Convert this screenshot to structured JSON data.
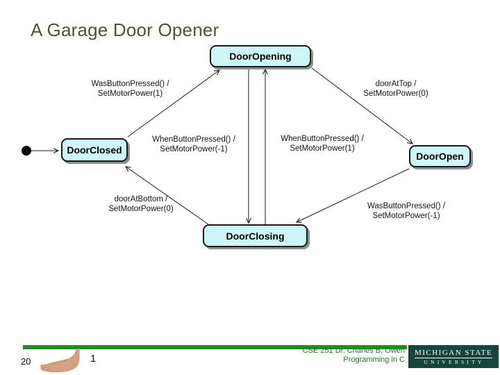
{
  "slide": {
    "title": "A Garage Door Opener",
    "page_number": "20",
    "sequence_number": "1"
  },
  "footer": {
    "course_line1": "CSE 251 Dr. Charles B. Owen",
    "course_line2": "Programming in C",
    "logo_line1": "MICHIGAN STATE",
    "logo_line2": "UNIVERSITY"
  },
  "diagram": {
    "type": "uml-state-machine",
    "states": {
      "door_opening": {
        "label": "DoorOpening"
      },
      "door_closed": {
        "label": "DoorClosed"
      },
      "door_open": {
        "label": "DoorOpen"
      },
      "door_closing": {
        "label": "DoorClosing"
      }
    },
    "transitions": [
      {
        "from": "initial",
        "to": "DoorClosed",
        "label": ""
      },
      {
        "from": "DoorClosed",
        "to": "DoorOpening",
        "label": "WasButtonPressed() / SetMotorPower(1)"
      },
      {
        "from": "DoorOpening",
        "to": "DoorOpen",
        "label": "doorAtTop / SetMotorPower(0)"
      },
      {
        "from": "DoorOpening",
        "to": "DoorClosing",
        "label": "WhenButtonPressed() / SetMotorPower(-1)"
      },
      {
        "from": "DoorClosing",
        "to": "DoorOpening",
        "label": "WhenButtonPressed() / SetMotorPower(1)"
      },
      {
        "from": "DoorOpen",
        "to": "DoorClosing",
        "label": "WasButtonPressed() / SetMotorPower(-1)"
      },
      {
        "from": "DoorClosing",
        "to": "DoorClosed",
        "label": "doorAtBottom / SetMotorPower(0)"
      }
    ],
    "labels": {
      "closed_to_opening": {
        "line1": "WasButtonPressed() /",
        "line2": "SetMotorPower(1)"
      },
      "opening_to_open": {
        "line1": "doorAtTop /",
        "line2": "SetMotorPower(0)"
      },
      "opening_to_closing": {
        "line1": "WhenButtonPressed() /",
        "line2": "SetMotorPower(-1)"
      },
      "closing_to_opening": {
        "line1": "WhenButtonPressed() /",
        "line2": "SetMotorPower(1)"
      },
      "open_to_closing": {
        "line1": "WasButtonPressed() /",
        "line2": "SetMotorPower(-1)"
      },
      "closing_to_closed": {
        "line1": "doorAtBottom /",
        "line2": "SetMotorPower(0)"
      }
    }
  },
  "colors": {
    "title_text": "#4e5430",
    "state_fill": "#ccf6f8",
    "state_border": "#1a1a1a",
    "state_shadow": "#8f8f8f",
    "footer_bar_green": "#228b22",
    "footer_text_green": "#1d7a1d",
    "logo_background": "#18453b",
    "logo_text": "#ffffff"
  }
}
